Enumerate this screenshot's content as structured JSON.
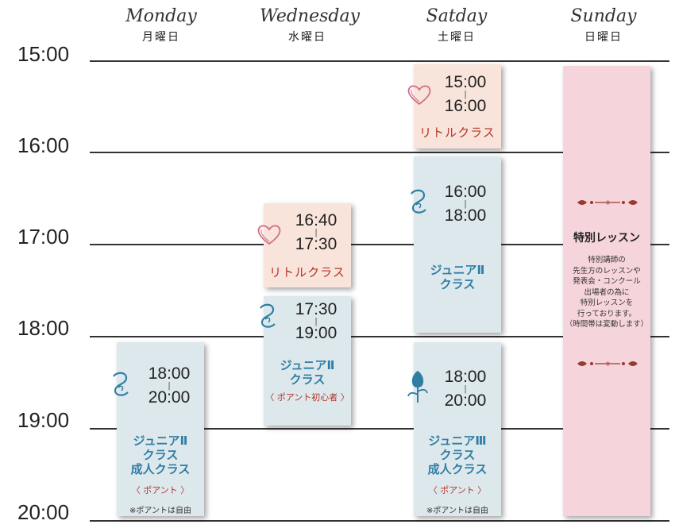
{
  "days": [
    {
      "en": "Monday",
      "jp": "月曜日"
    },
    {
      "en": "Wednesday",
      "jp": "水曜日"
    },
    {
      "en": "Satday",
      "jp": "土曜日"
    },
    {
      "en": "Sunday",
      "jp": "日曜日"
    }
  ],
  "hours": [
    "15:00",
    "16:00",
    "17:00",
    "18:00",
    "19:00",
    "20:00"
  ],
  "classes": {
    "mon_1": {
      "start": "18:00",
      "end": "20:00",
      "line1": "ジュニアⅡ",
      "line2": "クラス",
      "line3": "成人クラス",
      "tag": "〈 ポアント 〉",
      "note": "※ポアントは自由"
    },
    "wed_1": {
      "start": "16:40",
      "end": "17:30",
      "name": "リトルクラス"
    },
    "wed_2": {
      "start": "17:30",
      "end": "19:00",
      "line1": "ジュニアⅡ",
      "line2": "クラス",
      "tag": "〈 ポアント初心者 〉"
    },
    "sat_1": {
      "start": "15:00",
      "end": "16:00",
      "name": "リトルクラス"
    },
    "sat_2": {
      "start": "16:00",
      "end": "18:00",
      "line1": "ジュニアⅡ",
      "line2": "クラス"
    },
    "sat_3": {
      "start": "18:00",
      "end": "20:00",
      "line1": "ジュニアⅢ",
      "line2": "クラス",
      "line3": "成人クラス",
      "tag": "〈 ポアント 〉",
      "note": "※ポアントは自由"
    },
    "sun_special": {
      "title": "特別レッスン",
      "body": [
        "特別講師の",
        "先生方のレッスンや",
        "発表会・コンクール",
        "出場者の為に",
        "特別レッスンを",
        "行っております。",
        "（時間帯は変動します）"
      ]
    }
  },
  "colors": {
    "blue_card": "#dde8ed",
    "peach_card": "#f8e4da",
    "pink_card": "#f6d4db",
    "class_blue": "#2f7ea3",
    "class_red": "#b83226"
  },
  "icons": [
    "heart-icon",
    "swirl-icon",
    "tulip-icon",
    "ornament-icon"
  ]
}
